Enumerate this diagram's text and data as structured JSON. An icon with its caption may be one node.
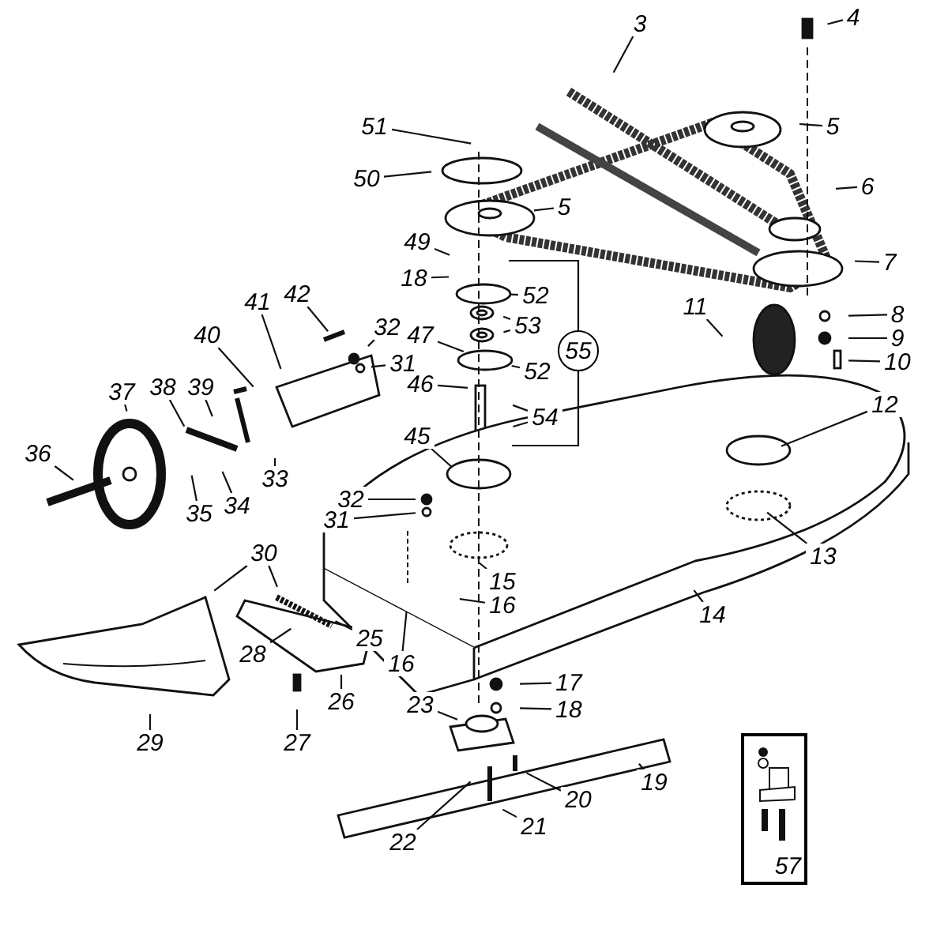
{
  "diagram": {
    "nodes": [
      {
        "text": [
          "3"
        ]
      },
      {
        "text": [
          "4"
        ]
      },
      {
        "text": [
          "5"
        ]
      },
      {
        "text": [
          "51"
        ]
      },
      {
        "text": [
          "50"
        ]
      },
      {
        "text": [
          "6"
        ]
      },
      {
        "text": [
          "5"
        ]
      },
      {
        "text": [
          "49"
        ]
      },
      {
        "text": [
          "7"
        ]
      },
      {
        "text": [
          "18"
        ]
      },
      {
        "text": [
          "52"
        ]
      },
      {
        "text": [
          "42"
        ]
      },
      {
        "text": [
          "41"
        ]
      },
      {
        "text": [
          "11"
        ]
      },
      {
        "text": [
          "8"
        ]
      },
      {
        "text": [
          "53"
        ]
      },
      {
        "text": [
          "32"
        ]
      },
      {
        "text": [
          "40"
        ]
      },
      {
        "text": [
          "47"
        ]
      },
      {
        "text": [
          "9"
        ]
      },
      {
        "text": [
          "55"
        ]
      },
      {
        "text": [
          "10"
        ]
      },
      {
        "text": [
          "31"
        ]
      },
      {
        "text": [
          "52"
        ]
      },
      {
        "text": [
          "46"
        ]
      },
      {
        "text": [
          "39"
        ]
      },
      {
        "text": [
          "38"
        ]
      },
      {
        "text": [
          "37"
        ]
      },
      {
        "text": [
          "12"
        ]
      },
      {
        "text": [
          "54"
        ]
      },
      {
        "text": [
          "45"
        ]
      },
      {
        "text": [
          "36"
        ]
      },
      {
        "text": [
          "33"
        ]
      },
      {
        "text": [
          "32"
        ]
      },
      {
        "text": [
          "34"
        ]
      },
      {
        "text": [
          "35"
        ]
      },
      {
        "text": [
          "31"
        ]
      },
      {
        "text": [
          "30"
        ]
      },
      {
        "text": [
          "13"
        ]
      },
      {
        "text": [
          "15"
        ]
      },
      {
        "text": [
          "16"
        ]
      },
      {
        "text": [
          "14"
        ]
      },
      {
        "text": [
          "25"
        ]
      },
      {
        "text": [
          "28"
        ]
      },
      {
        "text": [
          "16"
        ]
      },
      {
        "text": [
          "17"
        ]
      },
      {
        "text": [
          "26"
        ]
      },
      {
        "text": [
          "18"
        ]
      },
      {
        "text": [
          "23"
        ]
      },
      {
        "text": [
          "29"
        ]
      },
      {
        "text": [
          "27"
        ]
      },
      {
        "text": [
          "19"
        ]
      },
      {
        "text": [
          "20"
        ]
      },
      {
        "text": [
          "22"
        ]
      },
      {
        "text": [
          "21"
        ]
      },
      {
        "text": [
          "57"
        ]
      }
    ],
    "edges": [
      {
        "from": 0,
        "to": null,
        "arrow": "none"
      },
      {
        "from": 1,
        "to": null,
        "arrow": "none"
      },
      {
        "from": 2,
        "to": null,
        "arrow": "none"
      },
      {
        "from": 3,
        "to": null,
        "arrow": "none"
      },
      {
        "from": 4,
        "to": null,
        "arrow": "none"
      },
      {
        "from": 5,
        "to": null,
        "arrow": "none"
      },
      {
        "from": 6,
        "to": null,
        "arrow": "none"
      },
      {
        "from": 7,
        "to": null,
        "arrow": "none"
      },
      {
        "from": 8,
        "to": null,
        "arrow": "none"
      },
      {
        "from": 9,
        "to": null,
        "arrow": "none"
      },
      {
        "from": 10,
        "to": null,
        "arrow": "none"
      },
      {
        "from": 11,
        "to": null,
        "arrow": "none"
      },
      {
        "from": 12,
        "to": null,
        "arrow": "none"
      },
      {
        "from": 13,
        "to": null,
        "arrow": "none"
      },
      {
        "from": 14,
        "to": null,
        "arrow": "none"
      },
      {
        "from": 15,
        "to": null,
        "arrow": "none"
      },
      {
        "from": 15,
        "to": null,
        "arrow": "none"
      },
      {
        "from": 16,
        "to": null,
        "arrow": "none"
      },
      {
        "from": 17,
        "to": null,
        "arrow": "none"
      },
      {
        "from": 18,
        "to": null,
        "arrow": "none"
      },
      {
        "from": 19,
        "to": null,
        "arrow": "none"
      },
      {
        "from": 21,
        "to": null,
        "arrow": "none"
      },
      {
        "from": 22,
        "to": null,
        "arrow": "none"
      },
      {
        "from": 23,
        "to": null,
        "arrow": "none"
      },
      {
        "from": 24,
        "to": null,
        "arrow": "none"
      },
      {
        "from": 25,
        "to": null,
        "arrow": "none"
      },
      {
        "from": 26,
        "to": null,
        "arrow": "none"
      },
      {
        "from": 27,
        "to": null,
        "arrow": "none"
      },
      {
        "from": 28,
        "to": null,
        "arrow": "none"
      },
      {
        "from": 29,
        "to": null,
        "arrow": "none"
      },
      {
        "from": 29,
        "to": null,
        "arrow": "none"
      },
      {
        "from": 30,
        "to": null,
        "arrow": "none"
      },
      {
        "from": 31,
        "to": null,
        "arrow": "none"
      },
      {
        "from": 32,
        "to": null,
        "arrow": "none"
      },
      {
        "from": 33,
        "to": null,
        "arrow": "none"
      },
      {
        "from": 34,
        "to": null,
        "arrow": "none"
      },
      {
        "from": 35,
        "to": null,
        "arrow": "none"
      },
      {
        "from": 36,
        "to": null,
        "arrow": "none"
      },
      {
        "from": 37,
        "to": null,
        "arrow": "none"
      },
      {
        "from": 37,
        "to": null,
        "arrow": "none"
      },
      {
        "from": 38,
        "to": null,
        "arrow": "none"
      },
      {
        "from": 39,
        "to": null,
        "arrow": "none"
      },
      {
        "from": 40,
        "to": null,
        "arrow": "none"
      },
      {
        "from": 41,
        "to": null,
        "arrow": "none"
      },
      {
        "from": 42,
        "to": null,
        "arrow": "none"
      },
      {
        "from": 43,
        "to": null,
        "arrow": "none"
      },
      {
        "from": 44,
        "to": null,
        "arrow": "none"
      },
      {
        "from": 45,
        "to": null,
        "arrow": "none"
      },
      {
        "from": 46,
        "to": null,
        "arrow": "none"
      },
      {
        "from": 47,
        "to": null,
        "arrow": "none"
      },
      {
        "from": 48,
        "to": null,
        "arrow": "none"
      },
      {
        "from": 49,
        "to": null,
        "arrow": "none"
      },
      {
        "from": 50,
        "to": null,
        "arrow": "none"
      },
      {
        "from": 51,
        "to": null,
        "arrow": "none"
      },
      {
        "from": 52,
        "to": null,
        "arrow": "none"
      },
      {
        "from": 53,
        "to": null,
        "arrow": "none"
      },
      {
        "from": 54,
        "to": null,
        "arrow": "none"
      },
      {
        "from": 20,
        "to": null,
        "arrow": "none"
      },
      {
        "from": 20,
        "to": null,
        "arrow": "none"
      }
    ]
  }
}
